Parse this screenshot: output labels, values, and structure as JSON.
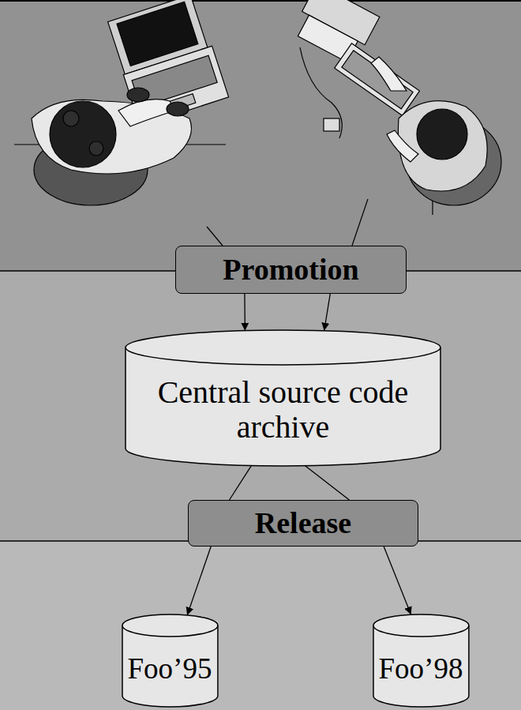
{
  "diagram": {
    "nodes": [
      {
        "text": [
          "Promotion"
        ]
      },
      {
        "text": [
          "Central source code archive"
        ]
      },
      {
        "text": [
          "Release"
        ]
      },
      {
        "text": [
          "Foo’95"
        ]
      },
      {
        "text": [
          "Foo’98"
        ]
      }
    ],
    "edges": [
      {
        "from": 0,
        "to": 1,
        "arrow": "to"
      },
      {
        "from": 0,
        "to": 1,
        "arrow": "to"
      },
      {
        "from": 1,
        "to": 2,
        "arrow": "none"
      },
      {
        "from": 1,
        "to": 2,
        "arrow": "none"
      },
      {
        "from": 2,
        "to": 3,
        "arrow": "to"
      },
      {
        "from": 2,
        "to": 4,
        "arrow": "to"
      }
    ]
  }
}
